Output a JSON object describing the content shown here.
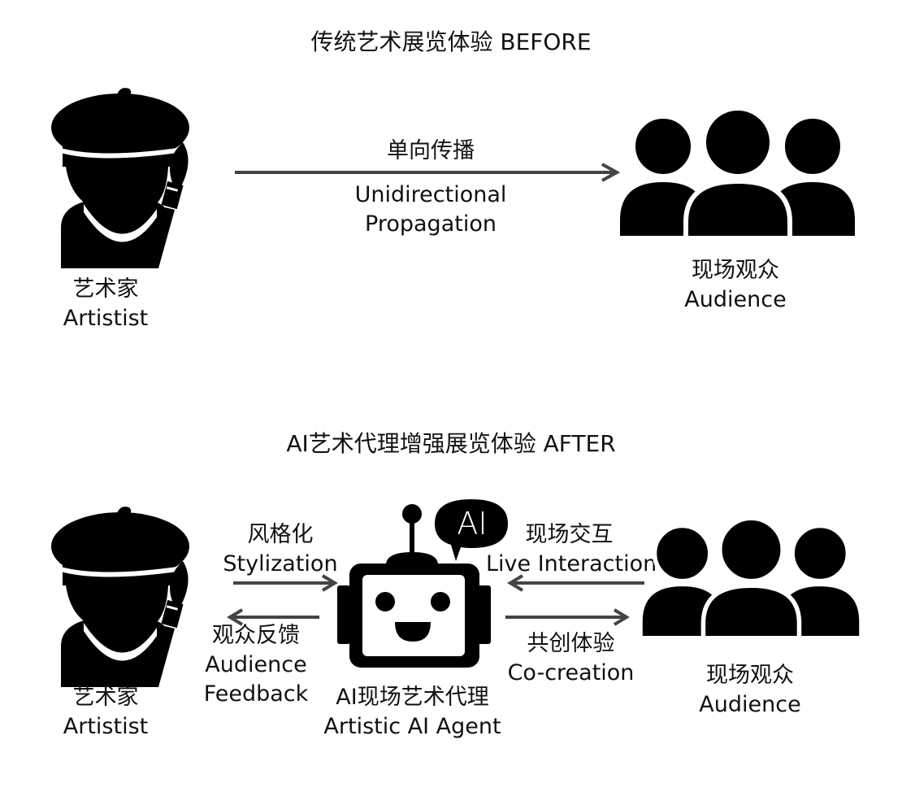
{
  "colors": {
    "ink": "#000000",
    "arrow": "#444444",
    "background": "#ffffff"
  },
  "before": {
    "title": "传统艺术展览体验 BEFORE",
    "artist": {
      "icon": "artist-icon",
      "label_cn": "艺术家",
      "label_en": "Artistist"
    },
    "audience": {
      "icon": "audience-group-icon",
      "label_cn": "现场观众",
      "label_en": "Audience"
    },
    "arrow": {
      "from": "artist",
      "to": "audience",
      "label_cn": "单向传播",
      "label_en_1": "Unidirectional",
      "label_en_2": "Propagation"
    }
  },
  "after": {
    "title": "AI艺术代理增强展览体验 AFTER",
    "artist": {
      "icon": "artist-icon",
      "label_cn": "艺术家",
      "label_en": "Artistist"
    },
    "agent": {
      "icon": "robot-icon",
      "badge": "AI",
      "label_cn": "AI现场艺术代理",
      "label_en": "Artistic AI Agent"
    },
    "audience": {
      "icon": "audience-group-icon",
      "label_cn": "现场观众",
      "label_en": "Audience"
    },
    "stylization": {
      "from": "artist",
      "to": "agent",
      "label_cn": "风格化",
      "label_en": "Stylization"
    },
    "feedback": {
      "from": "agent",
      "to": "artist",
      "label_cn": "观众反馈",
      "label_en_1": "Audience",
      "label_en_2": "Feedback"
    },
    "interaction": {
      "from": "audience",
      "to": "agent",
      "label_cn": "现场交互",
      "label_en": "Live Interaction"
    },
    "cocreation": {
      "from": "agent",
      "to": "audience",
      "label_cn": "共创体验",
      "label_en": "Co-creation"
    }
  }
}
